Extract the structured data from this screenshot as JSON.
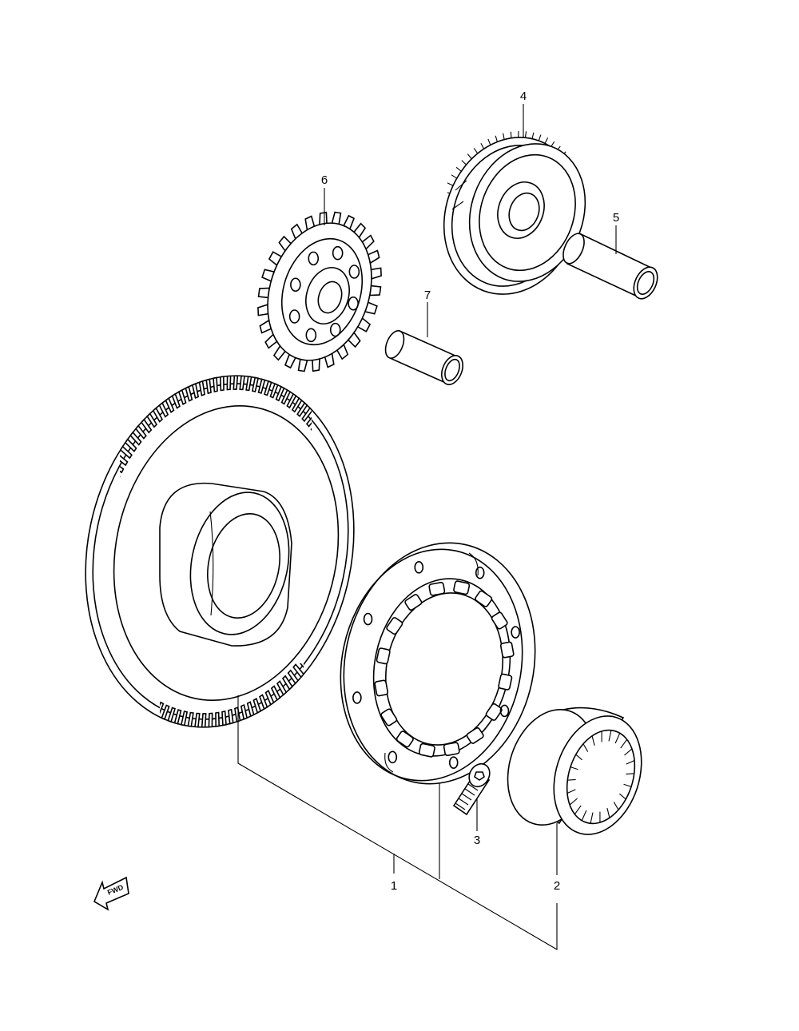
{
  "diagram": {
    "parts": [
      {
        "number": "1",
        "icon": "starter-clutch-gear-icon"
      },
      {
        "number": "2",
        "icon": "needle-bearing-icon"
      },
      {
        "number": "3",
        "icon": "bolt-icon"
      },
      {
        "number": "4",
        "icon": "idle-gear-icon"
      },
      {
        "number": "5",
        "icon": "shaft-icon"
      },
      {
        "number": "6",
        "icon": "spur-gear-icon"
      },
      {
        "number": "7",
        "icon": "shaft-icon"
      }
    ],
    "fwd_label": "FWD",
    "line_color": "#000000",
    "background": "#ffffff"
  }
}
